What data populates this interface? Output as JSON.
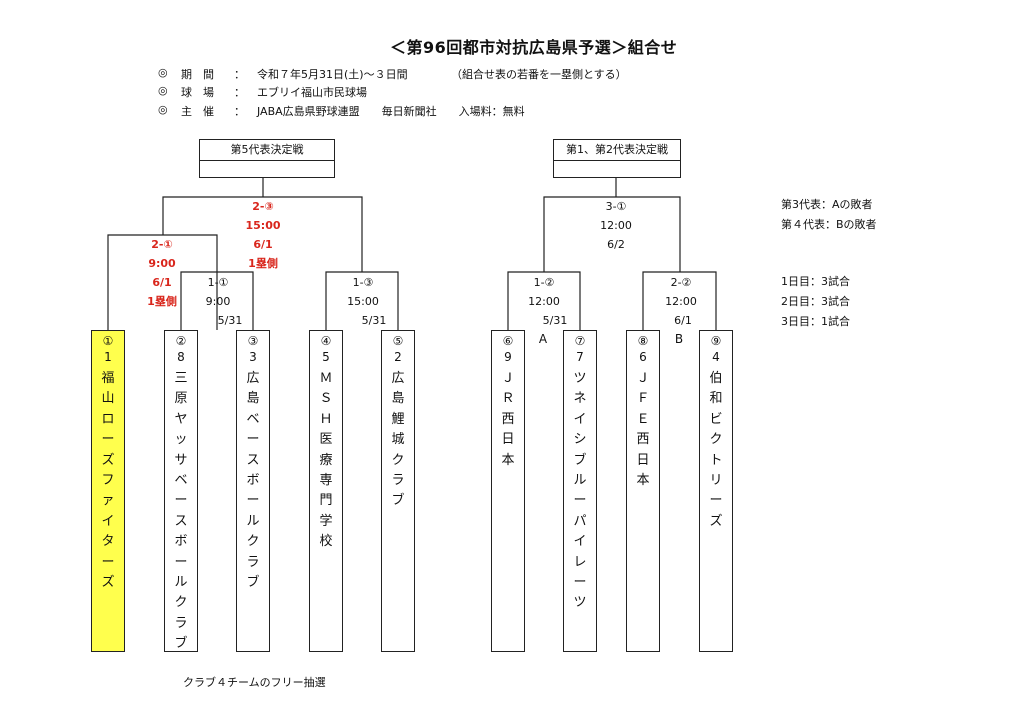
{
  "title": "＜第96回都市対抗広島県予選＞組合せ",
  "info": [
    {
      "mark": "◎",
      "key": "期　間",
      "colon": "：",
      "value": "令和７年5月31日(土)～３日間",
      "extra": "（組合せ表の若番を一塁側とする）"
    },
    {
      "mark": "◎",
      "key": "球　場",
      "colon": "：",
      "value": "エブリイ福山市民球場",
      "extra": ""
    },
    {
      "mark": "◎",
      "key": "主　催",
      "colon": "：",
      "value": "JABA広島県野球連盟　　毎日新聞社　　入場料：無料",
      "extra": ""
    }
  ],
  "headers": {
    "left": "第5代表決定戦",
    "right": "第1、第2代表決定戦"
  },
  "teams": [
    {
      "no": "①",
      "seed": "1",
      "name": "福山ローズファイターズ",
      "highlight": true
    },
    {
      "no": "②",
      "seed": "8",
      "name": "三原ヤッサベースボールクラブ",
      "highlight": false
    },
    {
      "no": "③",
      "seed": "3",
      "name": "広島ベースボールクラブ",
      "highlight": false
    },
    {
      "no": "④",
      "seed": "5",
      "name": "ＭＳＨ医療専門学校",
      "highlight": false
    },
    {
      "no": "⑤",
      "seed": "2",
      "name": "広島鯉城クラブ",
      "highlight": false
    },
    {
      "no": "⑥",
      "seed": "9",
      "name": "ＪＲ西日本",
      "highlight": false
    },
    {
      "no": "⑦",
      "seed": "7",
      "name": "ツネイシブルーパイレーツ",
      "highlight": false
    },
    {
      "no": "⑧",
      "seed": "6",
      "name": "ＪＦＥ西日本",
      "highlight": false
    },
    {
      "no": "⑨",
      "seed": "4",
      "name": "伯和ビクトリーズ",
      "highlight": false
    }
  ],
  "games": {
    "g11": {
      "id": "1-①",
      "time": "9:00",
      "date": "5/31"
    },
    "g13": {
      "id": "1-③",
      "time": "15:00",
      "date": "5/31"
    },
    "g12": {
      "id": "1-②",
      "time": "12:00",
      "date": "5/31"
    },
    "g22": {
      "id": "2-②",
      "time": "12:00",
      "date": "6/1"
    },
    "g31": {
      "id": "3-①",
      "time": "12:00",
      "date": "6/2"
    },
    "g21": {
      "id": "2-①",
      "time": "9:00",
      "date": "6/1",
      "side": "1塁側"
    },
    "g23": {
      "id": "2-③",
      "time": "15:00",
      "date": "6/1",
      "side": "1塁側"
    }
  },
  "marks": {
    "a": "A",
    "b": "B"
  },
  "notes": {
    "rep3": "第3代表：Aの敗者",
    "rep4": "第４代表：Bの敗者",
    "day1": "1日目：3試合",
    "day2": "2日目：3試合",
    "day3": "3日目：1試合"
  },
  "footer": "クラブ４チームのフリー抽選",
  "colors": {
    "accent_red": "#d9261c",
    "highlight_yellow": "#ffff4d",
    "line": "#222222"
  }
}
